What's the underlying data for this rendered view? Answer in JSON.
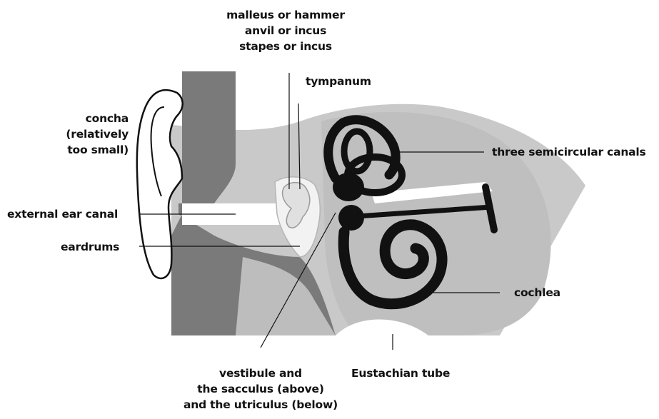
{
  "labels": {
    "ossicles": "malleus or hammer\nanvil or incus\nstapes or incus",
    "tympanum": "tympanum",
    "concha": "concha\n(relatively\ntoo small)",
    "semicircular_canals": "three semicircular canals",
    "external_ear_canal": "external ear canal",
    "eardrums": "eardrums",
    "cochlea": "cochlea",
    "vestibule": "vestibule and\nthe sacculus (above)\nand the utriculus (below)",
    "eustachian_tube": "Eustachian tube"
  },
  "colors": {
    "dark_grey": "#7a7a7a",
    "light_grey": "#c9c9c9",
    "outline": "#111111",
    "background": "#ffffff"
  }
}
